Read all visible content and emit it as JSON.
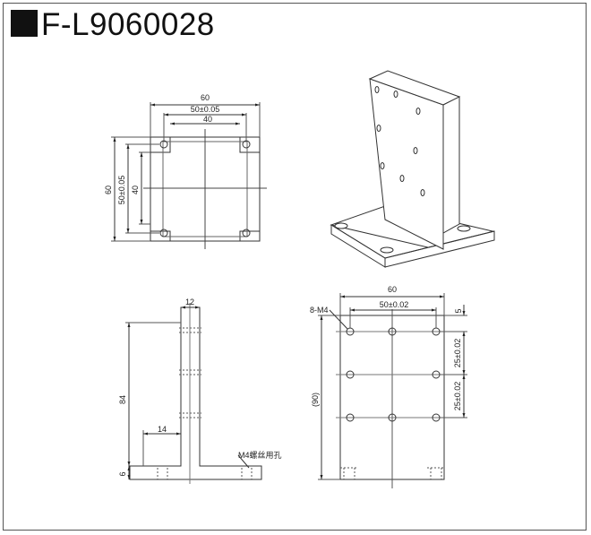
{
  "title": "F-L9060028",
  "top_view": {
    "dim_60": "60",
    "dim_50": "50±0.05",
    "dim_40": "40",
    "dim_60_v": "60",
    "dim_50_v": "50±0.05",
    "dim_40_v": "40"
  },
  "side_view": {
    "dim_12": "12",
    "dim_84": "84",
    "dim_14": "14",
    "dim_6": "6",
    "note": "M4螺丝用孔"
  },
  "front_view": {
    "dim_60": "60",
    "dim_50": "50±0.02",
    "dim_5": "5",
    "dim_25_a": "25±0.02",
    "dim_25_b": "25±0.02",
    "dim_90": "(90)",
    "holes": "8-M4"
  }
}
